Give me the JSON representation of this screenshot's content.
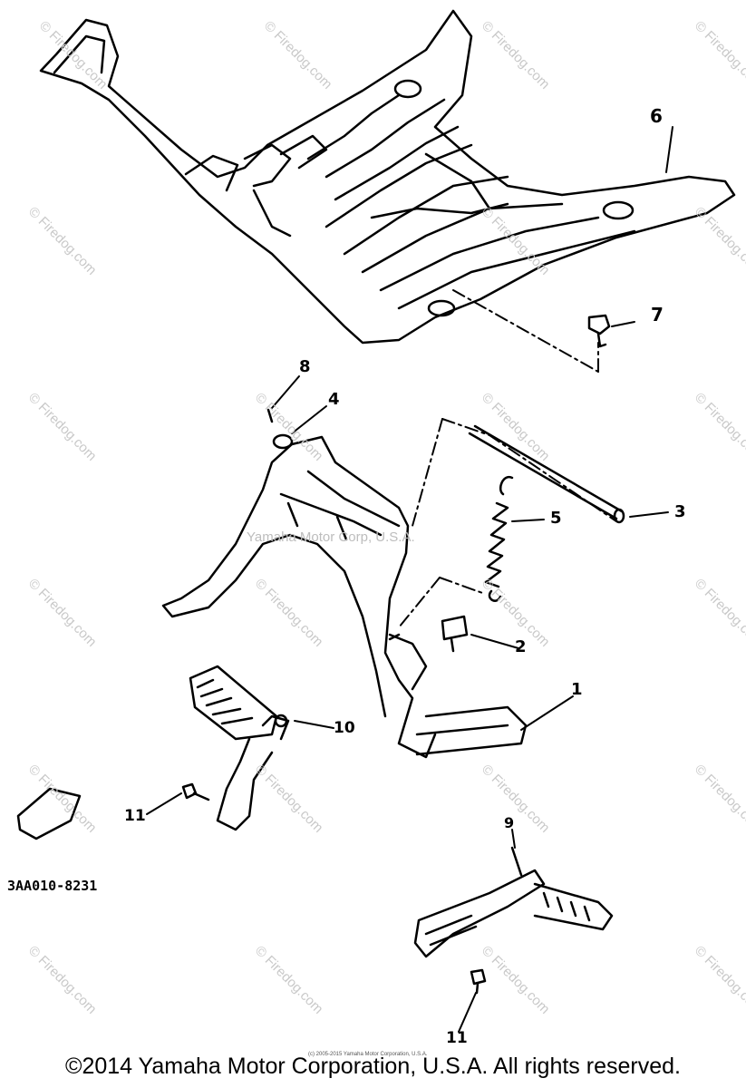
{
  "callouts": {
    "c1": "1",
    "c2": "2",
    "c3": "3",
    "c4": "4",
    "c5": "5",
    "c6": "6",
    "c7": "7",
    "c8": "8",
    "c9": "9",
    "c10": "10",
    "c11a": "11",
    "c11b": "11"
  },
  "diagram_code": "3AA010-8231",
  "center_watermark": "Yamaha Motor Corp, U.S.A.",
  "watermark_text": "© Firedog.com",
  "footer_text": "©2014 Yamaha Motor Corporation, U.S.A. All rights reserved.",
  "tiny_credit": "(c) 2005-2015 Yamaha Motor Corporation, U.S.A."
}
